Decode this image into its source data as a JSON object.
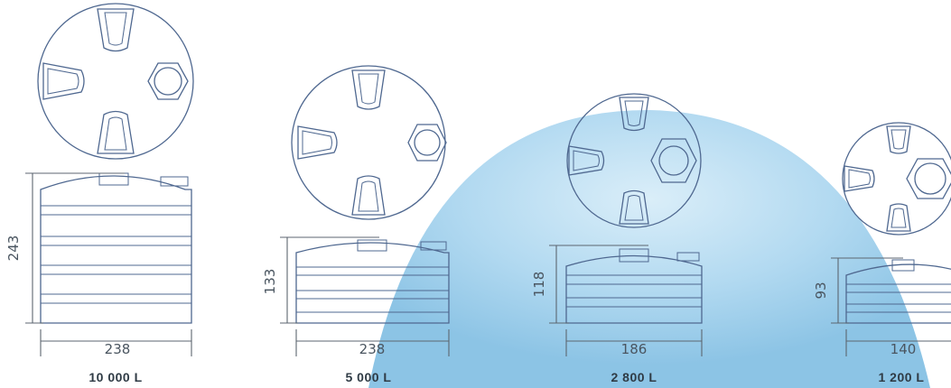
{
  "colors": {
    "outline": "#4f6890",
    "dimension": "#5c6670",
    "caption": "#2f3b45",
    "backdrop": "#8ec6e6"
  },
  "tanks": [
    {
      "capacity": "10 000 L",
      "width": "238",
      "height": "243"
    },
    {
      "capacity": "5 000 L",
      "width": "238",
      "height": "133"
    },
    {
      "capacity": "2 800 L",
      "width": "186",
      "height": "118"
    },
    {
      "capacity": "1 200 L",
      "width": "140",
      "height": "93"
    }
  ]
}
